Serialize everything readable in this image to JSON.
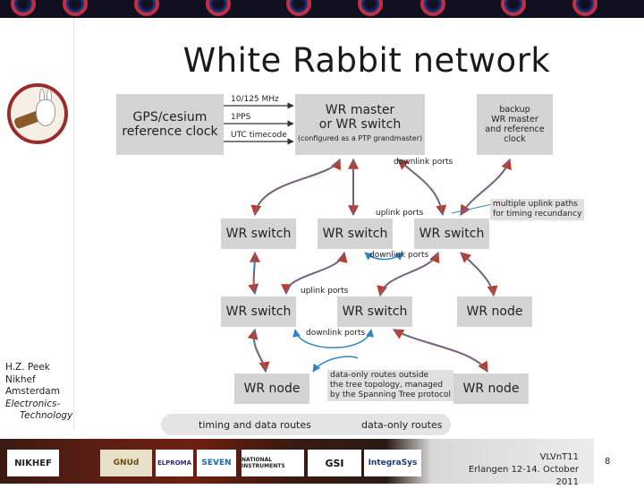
{
  "slide": {
    "title": "White Rabbit network",
    "author_lines": [
      "H.Z. Peek",
      "Nikhef",
      "Amsterdam"
    ],
    "dept_lines": [
      "Electronics-",
      "Technology"
    ],
    "footer_event": "VLVnT11",
    "footer_date": "Erlangen 12-14. October 2011",
    "page_number": "8"
  },
  "diagram": {
    "gps": {
      "line1": "GPS/cesium",
      "line2": "reference clock"
    },
    "signals": [
      "10/125 MHz",
      "1PPS",
      "UTC timecode"
    ],
    "master": {
      "line1": "WR master",
      "line2": "or WR switch",
      "sub": "(configured as a PTP grandmaster)"
    },
    "backup": {
      "line1": "backup",
      "line2": "WR master",
      "line3": "and reference clock"
    },
    "downlink_ports_1": "downlink ports",
    "uplink_ports_1": "uplink ports",
    "multi_uplink": {
      "line1": "multiple uplink paths",
      "line2": "for timing recundancy"
    },
    "switch_row1": [
      "WR switch",
      "WR switch",
      "WR switch"
    ],
    "downlink_ports_2": "downlink ports",
    "uplink_ports_2": "uplink ports",
    "switch_row2": [
      "WR switch",
      "WR switch"
    ],
    "node_row2": "WR node",
    "downlink_ports_3": "downlink ports",
    "data_only_note": {
      "line1": "data-only routes outside",
      "line2": "the tree topology, managed",
      "line3": "by the Spanning Tree protocol"
    },
    "node_row3": [
      "WR node",
      "WR node"
    ],
    "legend": {
      "timing": "timing and data routes",
      "data_only": "data-only routes"
    }
  },
  "logos": [
    "NIKHEF",
    "GNUd",
    "ELPROMA",
    "SEVEN",
    "NATIONAL INSTRUMENTS",
    "GSI",
    "IntegraSys"
  ],
  "colors": {
    "box": "#d4d4d4",
    "red_route": "#c0392b",
    "blue_route": "#2e86c1",
    "title": "#1a1a1a"
  }
}
